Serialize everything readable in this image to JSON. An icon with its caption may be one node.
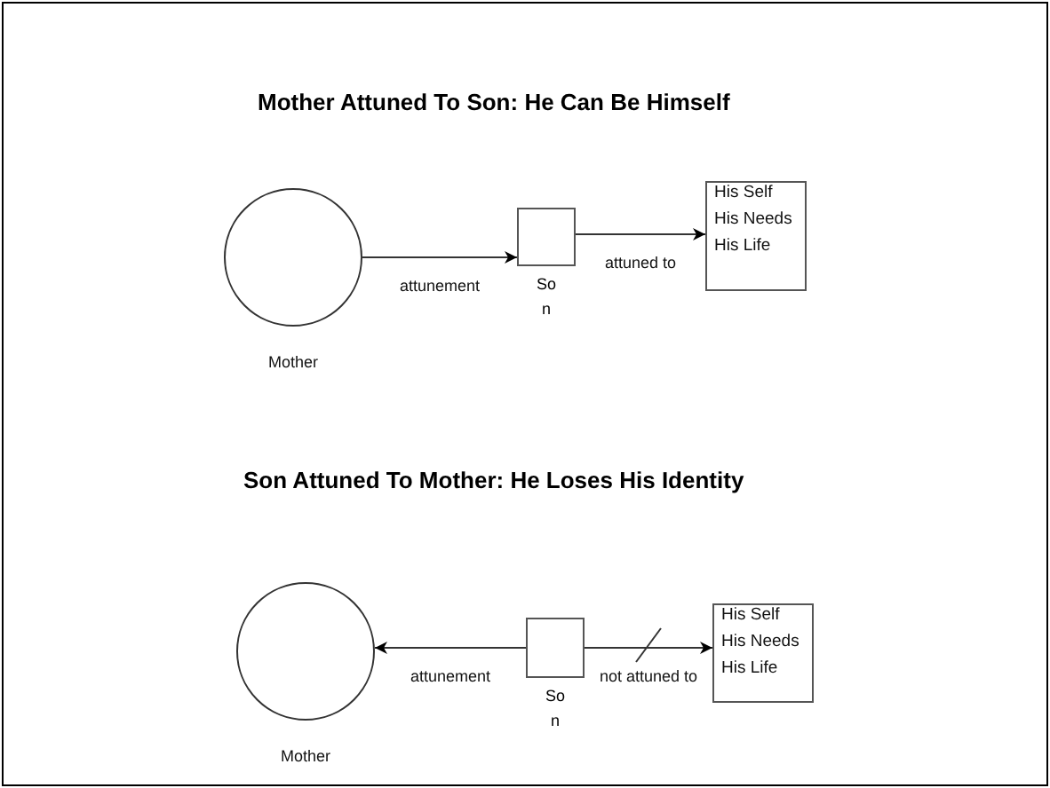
{
  "diagram": {
    "nodes": [
      {
        "text": [],
        "shape": "circle",
        "beside": [
          "Mother"
        ]
      },
      {
        "text": [],
        "shape": "box",
        "beside": [
          "Son"
        ]
      },
      {
        "text": [
          "His Self",
          "His Needs",
          "His Life"
        ]
      },
      {
        "text": [],
        "shape": "circle",
        "beside": [
          "Mother"
        ]
      },
      {
        "text": [],
        "shape": "box",
        "beside": [
          "Son"
        ]
      },
      {
        "text": [
          "His Self",
          "His Needs",
          "His Life"
        ]
      }
    ],
    "edges": [
      {
        "from": 0,
        "to": 1,
        "arrow": "to",
        "label": "attunement"
      },
      {
        "from": 1,
        "to": 2,
        "arrow": "to",
        "label": "attuned to"
      },
      {
        "from": 4,
        "to": 3,
        "arrow": "to",
        "label": "attunement"
      },
      {
        "from": 4,
        "to": 5,
        "arrow": "to",
        "label": "not attuned to"
      }
    ],
    "labels": [
      "Mother Attuned To Son: He Can Be Himself",
      "Son Attuned To Mother: He Loses His Identity"
    ]
  }
}
